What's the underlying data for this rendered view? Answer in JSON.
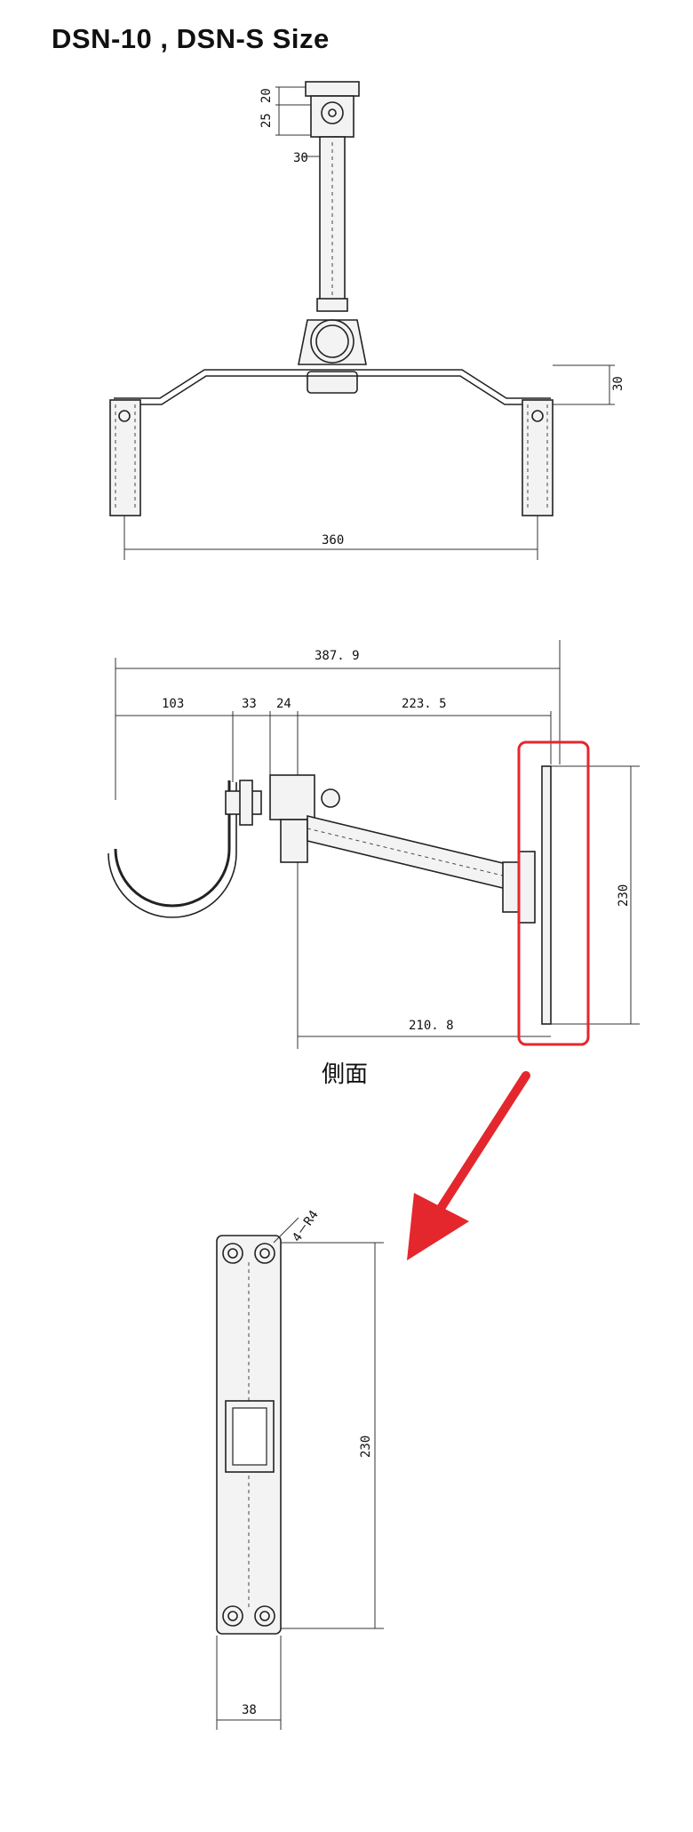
{
  "title": "DSN-10 , DSN-S Size",
  "top_view": {
    "dim_20": "20",
    "dim_25": "25",
    "dim_30_pipe": "30",
    "dim_30_height": "30",
    "dim_360": "360"
  },
  "side_view": {
    "dim_387_9": "387. 9",
    "dim_103": "103",
    "dim_33": "33",
    "dim_24": "24",
    "dim_223_5": "223. 5",
    "dim_230": "230",
    "dim_210_8": "210. 8",
    "caption": "側面"
  },
  "plate_view": {
    "dim_4_r4": "4－R4",
    "dim_230": "230",
    "dim_38": "38"
  },
  "colors": {
    "highlight": "#e4272d",
    "arrow": "#e4272d",
    "ink": "#222222"
  }
}
